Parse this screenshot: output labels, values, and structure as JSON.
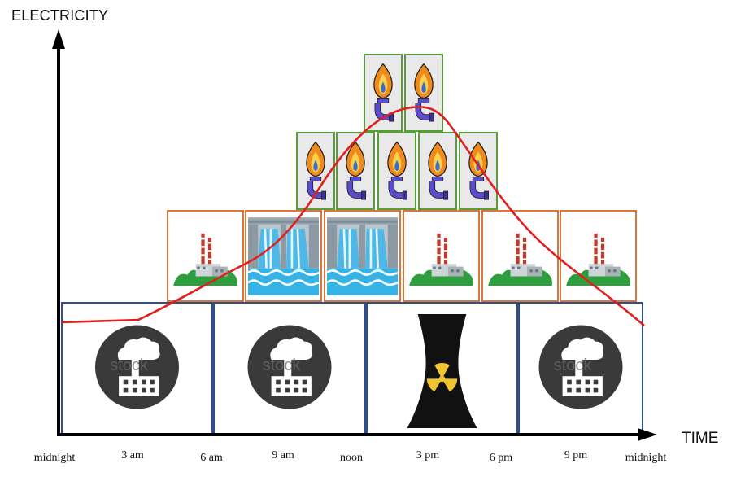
{
  "axes": {
    "y_label": "ELECTRICITY",
    "x_label": "TIME"
  },
  "time_labels": [
    "midnight",
    "3 am",
    "6 am",
    "9 am",
    "noon",
    "3 pm",
    "6 pm",
    "9 pm",
    "midnight"
  ],
  "layers": {
    "base_load": [
      {
        "icon": "coal-plant-icon",
        "watermark": "stock"
      },
      {
        "icon": "coal-plant-icon",
        "watermark": "stock"
      },
      {
        "icon": "nuclear-cooling-tower-icon"
      },
      {
        "icon": "coal-plant-icon",
        "watermark": "stock"
      }
    ],
    "intermediate": [
      "power-plant-icon",
      "hydro-dam-icon",
      "hydro-dam-icon",
      "power-plant-icon",
      "power-plant-icon",
      "power-plant-icon"
    ],
    "peak_row1": [
      "gas-flame-icon",
      "gas-flame-icon",
      "gas-flame-icon",
      "gas-flame-icon",
      "gas-flame-icon"
    ],
    "peak_row2": [
      "gas-flame-icon",
      "gas-flame-icon"
    ]
  },
  "colors": {
    "base_border": "#2f4f8f",
    "intermediate_border": "#d9773a",
    "peak_border": "#5a9b3c",
    "demand_curve": "#e02020",
    "axis": "#000000"
  }
}
